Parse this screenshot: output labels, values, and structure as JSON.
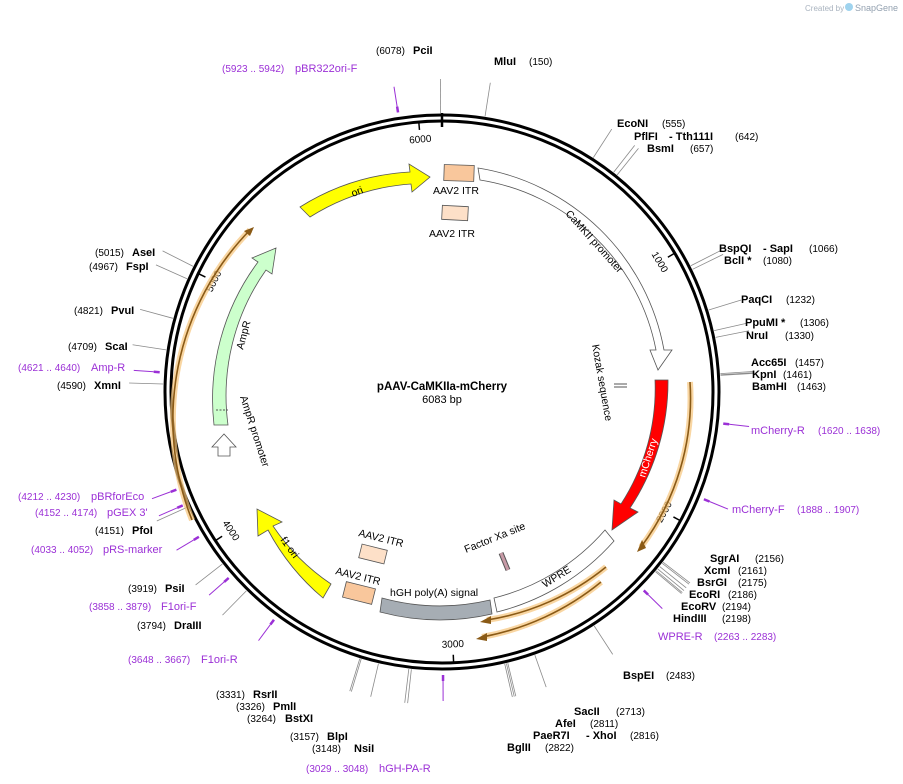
{
  "credit": {
    "created_by": "Created by",
    "brand": "SnapGene"
  },
  "plasmid": {
    "name": "pAAV-CaMKIIa-mCherry",
    "length_label": "6083 bp",
    "length": 6083
  },
  "ticks": [
    {
      "pos": 1000,
      "label": "1000"
    },
    {
      "pos": 2000,
      "label": "2000"
    },
    {
      "pos": 3000,
      "label": "3000"
    },
    {
      "pos": 4000,
      "label": "4000"
    },
    {
      "pos": 5000,
      "label": "5000"
    },
    {
      "pos": 6000,
      "label": "6000"
    }
  ],
  "sites": [
    {
      "name": "PciI",
      "pos_label": "(6078)",
      "pos": 6078,
      "side": "left"
    },
    {
      "name": "MluI",
      "pos_label": "(150)",
      "pos": 150,
      "side": "right"
    },
    {
      "name": "EcoNI",
      "pos_label": "(555)",
      "pos": 555,
      "side": "right"
    },
    {
      "name": "PflFI",
      "name2": "- Tth111I",
      "pos_label": "(642)",
      "pos": 642,
      "side": "right"
    },
    {
      "name": "BsmI",
      "pos_label": "(657)",
      "pos": 657,
      "side": "right"
    },
    {
      "name": "BspQI",
      "name2": "- SapI",
      "pos_label": "(1066)",
      "pos": 1066,
      "side": "right"
    },
    {
      "name": "BclI *",
      "pos_label": "(1080)",
      "pos": 1080,
      "side": "right"
    },
    {
      "name": "PaqCI",
      "pos_label": "(1232)",
      "pos": 1232,
      "side": "right"
    },
    {
      "name": "PpuMI *",
      "pos_label": "(1306)",
      "pos": 1306,
      "side": "right"
    },
    {
      "name": "NruI",
      "pos_label": "(1330)",
      "pos": 1330,
      "side": "right"
    },
    {
      "name": "Acc65I",
      "pos_label": "(1457)",
      "pos": 1457,
      "side": "right"
    },
    {
      "name": "KpnI",
      "pos_label": "(1461)",
      "pos": 1461,
      "side": "right"
    },
    {
      "name": "BamHI",
      "pos_label": "(1463)",
      "pos": 1463,
      "side": "right"
    },
    {
      "name": "SgrAI",
      "pos_label": "(2156)",
      "pos": 2156,
      "side": "right"
    },
    {
      "name": "XcmI",
      "pos_label": "(2161)",
      "pos": 2161,
      "side": "right"
    },
    {
      "name": "BsrGI",
      "pos_label": "(2175)",
      "pos": 2175,
      "side": "right"
    },
    {
      "name": "EcoRI",
      "pos_label": "(2186)",
      "pos": 2186,
      "side": "right"
    },
    {
      "name": "EcoRV",
      "pos_label": "(2194)",
      "pos": 2194,
      "side": "right"
    },
    {
      "name": "HindIII",
      "pos_label": "(2198)",
      "pos": 2198,
      "side": "right"
    },
    {
      "name": "BspEI",
      "pos_label": "(2483)",
      "pos": 2483,
      "side": "right"
    },
    {
      "name": "SacII",
      "pos_label": "(2713)",
      "pos": 2713,
      "side": "right"
    },
    {
      "name": "AfeI",
      "pos_label": "(2811)",
      "pos": 2811,
      "side": "right"
    },
    {
      "name": "PaeR7I",
      "name2": "- XhoI",
      "pos_label": "(2816)",
      "pos": 2816,
      "side": "right"
    },
    {
      "name": "BglII",
      "pos_label": "(2822)",
      "pos": 2822,
      "side": "right"
    },
    {
      "name": "NsiI",
      "pos_label": "(3148)",
      "pos": 3148,
      "side": "left"
    },
    {
      "name": "BlpI",
      "pos_label": "(3157)",
      "pos": 3157,
      "side": "left"
    },
    {
      "name": "BstXI",
      "pos_label": "(3264)",
      "pos": 3264,
      "side": "left"
    },
    {
      "name": "PmlI",
      "pos_label": "(3326)",
      "pos": 3326,
      "side": "left"
    },
    {
      "name": "RsrII",
      "pos_label": "(3331)",
      "pos": 3331,
      "side": "left"
    },
    {
      "name": "DraIII",
      "pos_label": "(3794)",
      "pos": 3794,
      "side": "left"
    },
    {
      "name": "PsiI",
      "pos_label": "(3919)",
      "pos": 3919,
      "side": "left"
    },
    {
      "name": "PfoI",
      "pos_label": "(4151)",
      "pos": 4151,
      "side": "left"
    },
    {
      "name": "XmnI",
      "pos_label": "(4590)",
      "pos": 4590,
      "side": "left"
    },
    {
      "name": "ScaI",
      "pos_label": "(4709)",
      "pos": 4709,
      "side": "left"
    },
    {
      "name": "PvuI",
      "pos_label": "(4821)",
      "pos": 4821,
      "side": "left"
    },
    {
      "name": "FspI",
      "pos_label": "(4967)",
      "pos": 4967,
      "side": "left"
    },
    {
      "name": "AseI",
      "pos_label": "(5015)",
      "pos": 5015,
      "side": "left"
    }
  ],
  "primers": [
    {
      "name": "pBR322ori-F",
      "range_label": "(5923 .. 5942)",
      "pos": 5932,
      "side": "left"
    },
    {
      "name": "mCherry-R",
      "range_label": "(1620 .. 1638)",
      "pos": 1629,
      "side": "right"
    },
    {
      "name": "mCherry-F",
      "range_label": "(1888 .. 1907)",
      "pos": 1897,
      "side": "right"
    },
    {
      "name": "WPRE-R",
      "range_label": "(2263 .. 2283)",
      "pos": 2273,
      "side": "right"
    },
    {
      "name": "hGH-PA-R",
      "range_label": "(3029 .. 3048)",
      "pos": 3038,
      "side": "left"
    },
    {
      "name": "F1ori-R",
      "range_label": "(3648 .. 3667)",
      "pos": 3657,
      "side": "left"
    },
    {
      "name": "F1ori-F",
      "range_label": "(3858 .. 3879)",
      "pos": 3868,
      "side": "left"
    },
    {
      "name": "pRS-marker",
      "range_label": "(4033 .. 4052)",
      "pos": 4042,
      "side": "left"
    },
    {
      "name": "pGEX 3'",
      "range_label": "(4152 .. 4174)",
      "pos": 4163,
      "side": "left"
    },
    {
      "name": "pBRforEco",
      "range_label": "(4212 .. 4230)",
      "pos": 4221,
      "side": "left"
    },
    {
      "name": "Amp-R",
      "range_label": "(4621 .. 4640)",
      "pos": 4630,
      "side": "left"
    }
  ],
  "features": [
    {
      "label": "AAV2 ITR",
      "color": "#f9c79c"
    },
    {
      "label": "CaMKII promoter",
      "color": "#ffffff"
    },
    {
      "label": "Kozak sequence",
      "color": "#ffffff"
    },
    {
      "label": "mCherry",
      "color": "#ff0000"
    },
    {
      "label": "WPRE",
      "color": "#ffffff"
    },
    {
      "label": "Factor Xa site",
      "color": "#c79aa6"
    },
    {
      "label": "hGH poly(A) signal",
      "color": "#a6adb4"
    },
    {
      "label": "AAV2 ITR",
      "color": "#f9c79c"
    },
    {
      "label": "AAV2 ITR",
      "color": "#fde0c8"
    },
    {
      "label": "f1 ori",
      "color": "#ffff00"
    },
    {
      "label": "AmpR promoter",
      "color": "#ffffff"
    },
    {
      "label": "AmpR",
      "color": "#ccffcc"
    },
    {
      "label": "ori",
      "color": "#ffff00"
    },
    {
      "label": "AAV2 ITR",
      "color": "#fde0c8"
    }
  ]
}
